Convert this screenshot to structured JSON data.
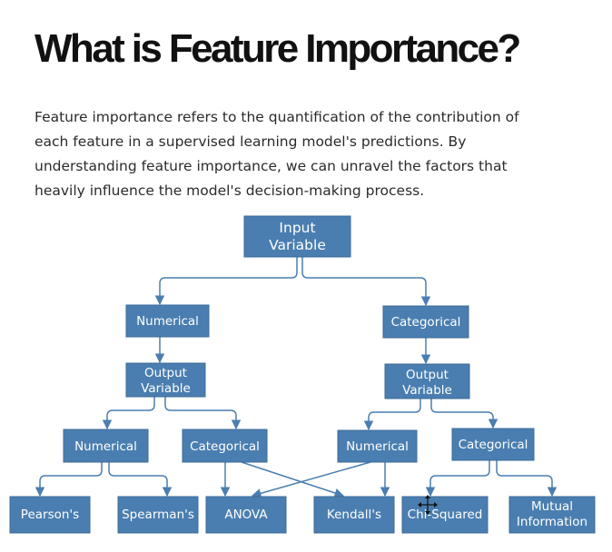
{
  "title": "What is Feature Importance?",
  "intro": "Feature importance refers to the quantification of the contribution of each feature in a supervised learning model's predictions. By understanding feature importance, we can unravel the factors that heavily influence the model's decision-making process.",
  "diagram": {
    "root": [
      "Input",
      "Variable"
    ],
    "input_numerical": "Numerical",
    "input_categorical": "Categorical",
    "output_left": [
      "Output",
      "Variable"
    ],
    "output_right": [
      "Output",
      "Variable"
    ],
    "num_num": "Numerical",
    "num_cat": "Categorical",
    "cat_num": "Numerical",
    "cat_cat": "Categorical",
    "pearsons": "Pearson's",
    "spearmans": "Spearman's",
    "anova": "ANOVA",
    "kendalls": "Kendall's",
    "chi_squared": "Chi-Squared",
    "mutual_information": [
      "Mutual",
      "Information"
    ],
    "node_color": "#4a7eb0"
  }
}
